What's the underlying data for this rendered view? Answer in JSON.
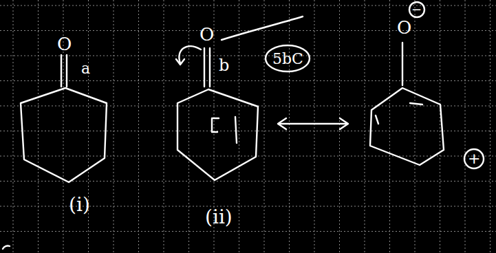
{
  "diagram": {
    "labels": [
      "O",
      "a",
      "O",
      "b",
      "5bC",
      "(i)",
      "(ii)",
      "O",
      "−",
      "+"
    ]
  }
}
